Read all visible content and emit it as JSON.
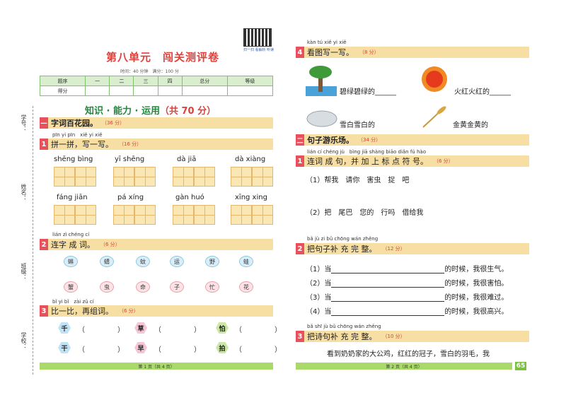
{
  "title": "第八单元　闯关测评卷",
  "subinfo": "时间：40 分钟　满分：100 分",
  "qr_caption": "扫一扫 看解析 听读",
  "margin_labels": [
    "学号：",
    "姓名：",
    "班级：",
    "学校："
  ],
  "score_table": {
    "row1": [
      "题序",
      "一",
      "二",
      "三",
      "四",
      "总分",
      "等级"
    ],
    "row2": [
      "得分",
      "",
      "",
      "",
      "",
      "",
      ""
    ]
  },
  "banner_main": "知识 · 能力 · 运用",
  "banner_paren": "（共 70 分）",
  "sec1": {
    "tag": "一",
    "label": "字词百花园。",
    "pts": "（36 分）"
  },
  "q1": {
    "pinyin": "pīn yi pīn　xiě yi xiě",
    "num": "1",
    "label": "拼一拼，写一写。",
    "pts": "（16 分）",
    "row1": [
      "shēng bìng",
      "yī shēng",
      "dà jiā",
      "dà xiàng"
    ],
    "row2": [
      "fáng jiān",
      "pá xíng",
      "gàn huó",
      "xīng xing"
    ]
  },
  "q2": {
    "pinyin": "lián zì chéng cí",
    "num": "2",
    "label": "连字 成 词。",
    "pts": "（6 分）",
    "top": [
      "蝌",
      "蜻",
      "蚊",
      "运",
      "野",
      "蛙"
    ],
    "bottom": [
      "蟹",
      "虫",
      "命",
      "子",
      "忙",
      "花"
    ]
  },
  "q3": {
    "pinyin": "bǐ yi bǐ　zài zǔ cí",
    "num": "3",
    "label": "比一比，再组词。",
    "pts": "（6 分）",
    "pairs": [
      [
        "千",
        "干"
      ],
      [
        "草",
        "早"
      ],
      [
        "怕",
        "拍"
      ]
    ],
    "paren": "（　）"
  },
  "q4": {
    "pinyin": "kàn tú xiě yi xiě",
    "num": "4",
    "label": "看图写一写。",
    "pts": "（8 分）",
    "items": [
      "碧绿碧绿的______",
      "火红火红的______",
      "雪白雪白的",
      "金黄金黄的"
    ]
  },
  "sec2": {
    "tag": "二",
    "label": "句子游乐场。",
    "pts": "（34 分）"
  },
  "r1": {
    "pinyin": "lián cí chéng jù　bìng jiā shàng biāo diǎn fú hào",
    "num": "1",
    "label": "连词 成 句，并 加 上 标 点 符 号。",
    "pts": "（6 分）",
    "lines": [
      "（1）帮我　请你　害虫　捉　吧",
      "（2）把　尾巴　您的　行吗　借给我"
    ]
  },
  "r2": {
    "pinyin": "bǎ jù zi bǔ chōng wán zhěng",
    "num": "2",
    "label": "把句子补 充 完 整。",
    "pts": "（12 分）",
    "lines": [
      [
        "（1）当",
        "的时候，我很生气。"
      ],
      [
        "（2）当",
        "的时候，我很害怕。"
      ],
      [
        "（3）当",
        "的时候，我很难过。"
      ],
      [
        "（4）当",
        "的时候，我很高兴。"
      ]
    ]
  },
  "r3": {
    "pinyin": "bǎ shī jù bǔ chōng wán zhěng",
    "num": "3",
    "label": "把诗句补 充 完 整。",
    "pts": "（10 分）",
    "line": "看到奶奶家的大公鸡，红红的冠子，雪白的羽毛，我"
  },
  "footer_left": "第 1 页（共 4 页）",
  "footer_right": "第 2 页（共 4 页）",
  "page_number": "65",
  "colors": {
    "accent": "#e0403a",
    "section_bg": "#f7dea2",
    "green": "#1f8a3a"
  }
}
